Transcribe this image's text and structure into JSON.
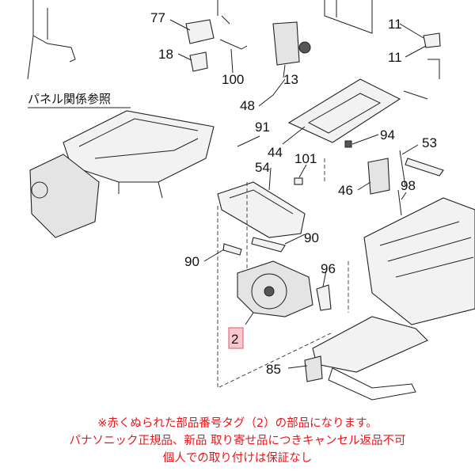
{
  "diagram": {
    "reference_text": "パネル関係参照",
    "highlighted_part": "2",
    "part_numbers": [
      "77",
      "18",
      "100",
      "13",
      "48",
      "11",
      "11",
      "91",
      "44",
      "94",
      "53",
      "54",
      "101",
      "46",
      "98",
      "90",
      "90",
      "96",
      "85"
    ]
  },
  "notes": {
    "line1": "※赤くぬられた部品番号タグ（2）の部品になります。",
    "line2": "パナソニック正規品、新品 取り寄せ品につきキャンセル返品不可",
    "line3": "個人での取り付けは保証なし"
  },
  "colors": {
    "note_text": "#e8161b",
    "highlight_fill": "#f6c7cb"
  }
}
